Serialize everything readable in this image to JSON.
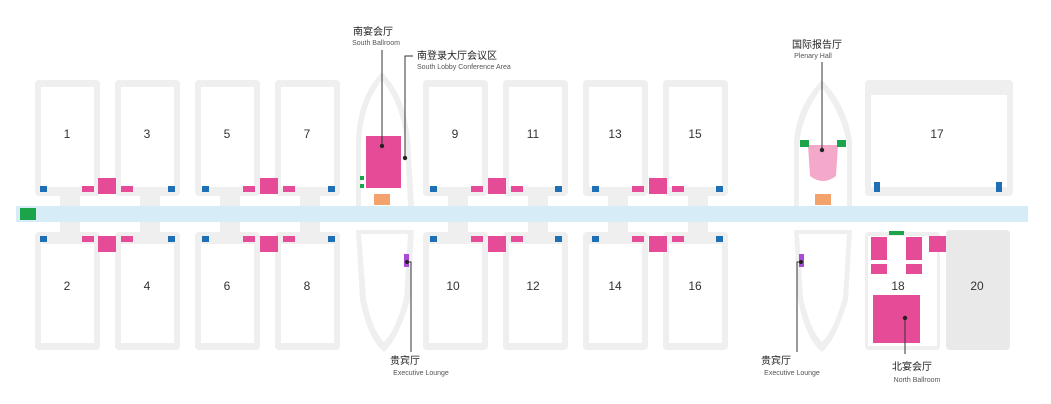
{
  "colors": {
    "hall": "#efefef",
    "corridor": "#d6ecf7",
    "door": "#1f6fb5",
    "pink": "#e64b98",
    "pink_light": "#f4a9cb",
    "orange": "#f3a26b",
    "green": "#1ca44a",
    "purple": "#a84cd8",
    "leader": "#333333"
  },
  "halls": {
    "h1": "1",
    "h2": "2",
    "h3": "3",
    "h4": "4",
    "h5": "5",
    "h6": "6",
    "h7": "7",
    "h8": "8",
    "h9": "9",
    "h10": "10",
    "h11": "11",
    "h12": "12",
    "h13": "13",
    "h14": "14",
    "h15": "15",
    "h16": "16",
    "h17": "17",
    "h18": "18",
    "h20": "20"
  },
  "labels": {
    "south_ballroom": {
      "zh": "南宴会厅",
      "en": "South Ballroom"
    },
    "south_lobby": {
      "zh": "南登录大厅会议区",
      "en": "South Lobby Conference Area"
    },
    "plenary": {
      "zh": "国际报告厅",
      "en": "Plenary Hall"
    },
    "lounge_left": {
      "zh": "贵宾厅",
      "en": "Executive Lounge"
    },
    "lounge_right": {
      "zh": "贵宾厅",
      "en": "Executive Lounge"
    },
    "north_ballroom": {
      "zh": "北宴会厅",
      "en": "North Ballroom"
    }
  },
  "icons": {
    "entrance": "entrance-marker-icon",
    "door": "door-marker-icon"
  }
}
